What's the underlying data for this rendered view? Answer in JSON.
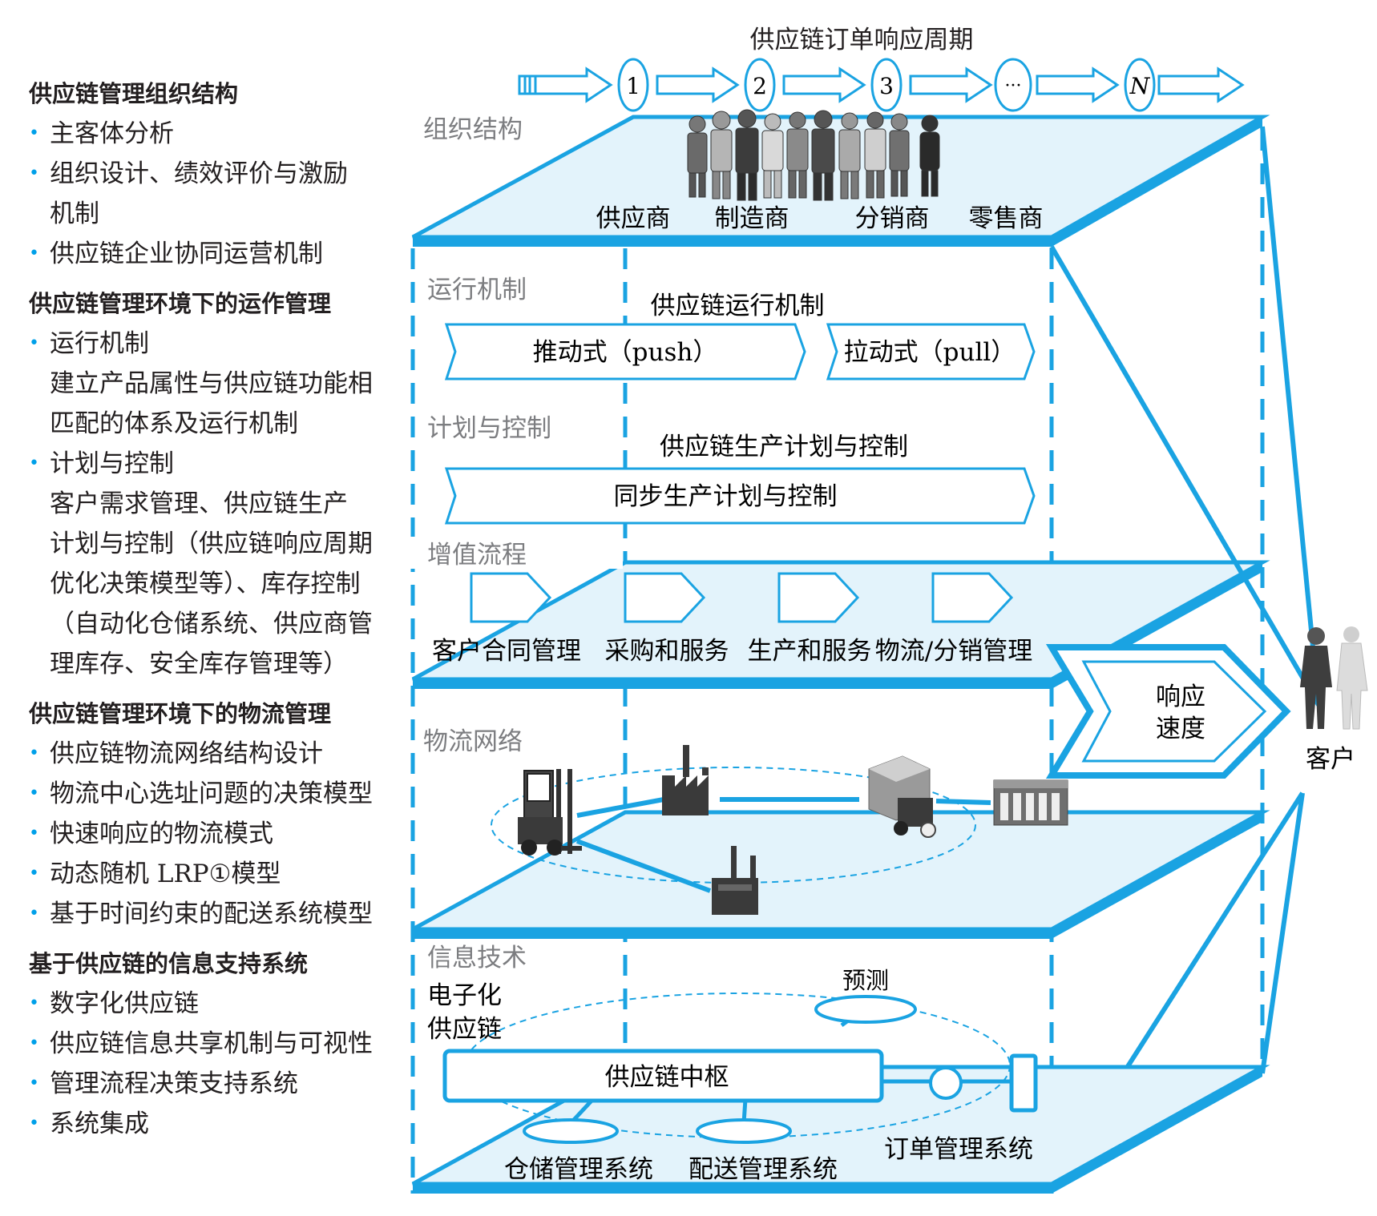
{
  "colors": {
    "accent": "#1aa3e2",
    "plane_fill": "#e3f3fb",
    "text": "#231f20",
    "gray_label": "#7c7d80"
  },
  "left_panel": [
    {
      "heading": "供应链管理组织结构",
      "items": [
        {
          "text": "主客体分析"
        },
        {
          "text": "组织设计、绩效评价与激励",
          "sub": [
            "机制"
          ]
        },
        {
          "text": "供应链企业协同运营机制"
        }
      ]
    },
    {
      "heading": "供应链管理环境下的运作管理",
      "items": [
        {
          "text": "运行机制",
          "sub": [
            "建立产品属性与供应链功能相",
            "匹配的体系及运行机制"
          ]
        },
        {
          "text": "计划与控制",
          "sub": [
            "客户需求管理、供应链生产",
            "计划与控制（供应链响应周期",
            "优化决策模型等）、库存控制",
            "（自动化仓储系统、供应商管",
            "理库存、安全库存管理等）"
          ]
        }
      ]
    },
    {
      "heading": "供应链管理环境下的物流管理",
      "items": [
        {
          "text": "供应链物流网络结构设计"
        },
        {
          "text": "物流中心选址问题的决策模型"
        },
        {
          "text": "快速响应的物流模式"
        },
        {
          "text": "动态随机 LRP①模型"
        },
        {
          "text": "基于时间约束的配送系统模型"
        }
      ]
    },
    {
      "heading": "基于供应链的信息支持系统",
      "items": [
        {
          "text": "数字化供应链"
        },
        {
          "text": "供应链信息共享机制与可视性"
        },
        {
          "text": "管理流程决策支持系统"
        },
        {
          "text": "系统集成"
        }
      ]
    }
  ],
  "cycle": {
    "title": "供应链订单响应周期",
    "steps": [
      "1",
      "2",
      "3",
      "···",
      "N"
    ]
  },
  "org_layer": {
    "label": "组织结构",
    "members": [
      "供应商",
      "制造商",
      "分销商",
      "零售商"
    ]
  },
  "operation_layer": {
    "label": "运行机制",
    "title": "供应链运行机制",
    "push": "推动式（push）",
    "pull": "拉动式（pull）"
  },
  "planning_layer": {
    "label": "计划与控制",
    "title": "供应链生产计划与控制",
    "bar": "同步生产计划与控制"
  },
  "value_layer": {
    "label": "增值流程",
    "steps": [
      "客户合同管理",
      "采购和服务",
      "生产和服务",
      "物流/分销管理"
    ]
  },
  "response": {
    "line1": "响应",
    "line2": "速度"
  },
  "customer": {
    "label": "客户"
  },
  "logistics_layer": {
    "label": "物流网络"
  },
  "info_layer": {
    "label": "信息技术",
    "electronic_line1": "电子化",
    "electronic_line2": "供应链",
    "hub": "供应链中枢",
    "forecast": "预测",
    "warehouse": "仓储管理系统",
    "distribution": "配送管理系统",
    "order": "订单管理系统"
  }
}
